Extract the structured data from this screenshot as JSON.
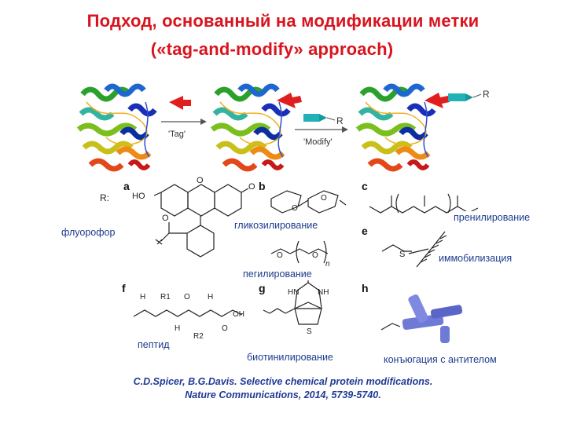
{
  "title": {
    "line1": "Подход, основанный на модификации метки",
    "line2": "(«tag-and-modify» approach)"
  },
  "scheme": {
    "tag_step": "'Tag'",
    "modify_step": "'Modify'",
    "r_group": "R"
  },
  "panels": {
    "r_prefix": "R:",
    "letters": [
      "a",
      "b",
      "c",
      "e",
      "f",
      "g",
      "h"
    ]
  },
  "labels": {
    "fluorophore": "флуорофор",
    "glycosylation": "гликозилирование",
    "prenylation": "пренилирование",
    "pegylation": "пегилирование",
    "immobilization": "иммобилизация",
    "peptide": "пептид",
    "biotinylation": "биотинилирование",
    "antibody": "конъюгация с антителом"
  },
  "structure_text": {
    "ho": "HO",
    "o": "O",
    "n": "n",
    "s": "S",
    "h": "H",
    "r1": "R1",
    "r2": "R2",
    "hn": "HN",
    "nh": "NH",
    "oh": "OH"
  },
  "citation": {
    "line1": "C.D.Spicer, B.G.Davis. Selective chemical protein modifications.",
    "line2": "Nature Communications, 2014, 5739-5740."
  },
  "colors": {
    "title": "#d9141e",
    "label_text": "#1b3b8c",
    "tag": "#e01e1e",
    "modify_reagent": "#20b2b4",
    "antibody": "#6f7ad6"
  }
}
